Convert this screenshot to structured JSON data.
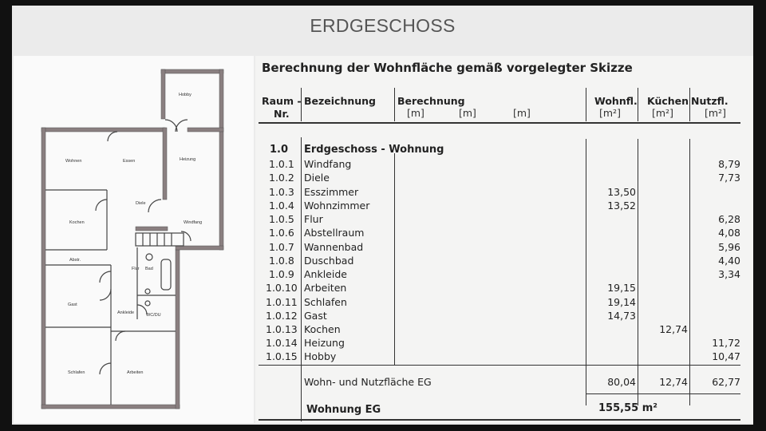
{
  "slide": {
    "title": "ERDGESCHOSS"
  },
  "floor_plan": {
    "rooms": [
      {
        "label": "Hobby"
      },
      {
        "label": "Wohnen"
      },
      {
        "label": "Essen"
      },
      {
        "label": "Heizung"
      },
      {
        "label": "Diele"
      },
      {
        "label": "Kochen"
      },
      {
        "label": "Windfang"
      },
      {
        "label": "Abstr."
      },
      {
        "label": "Flur"
      },
      {
        "label": "Bad"
      },
      {
        "label": "Gast"
      },
      {
        "label": "Ankleide"
      },
      {
        "label": "WC/DU"
      },
      {
        "label": "Schlafen"
      },
      {
        "label": "Arbeiten"
      }
    ]
  },
  "document": {
    "title": "Berechnung der Wohnfläche gemäß vorgelegter Skizze",
    "headers": {
      "raum_nr_1": "Raum -",
      "raum_nr_2": "Nr.",
      "bezeichnung": "Bezeichnung",
      "berechnung": "Berechnung",
      "unit_m_1": "[m]",
      "unit_m_2": "[m]",
      "unit_m_3": "[m]",
      "wohnfl": "Wohnfl.",
      "kuechen": "Küchen",
      "nutzfl": "Nutzfl.",
      "unit_m2_1": "[m²]",
      "unit_m2_2": "[m²]",
      "unit_m2_3": "[m²]"
    },
    "section": {
      "nr": "1.0",
      "label": "Erdgeschoss - Wohnung"
    },
    "rows": [
      {
        "nr": "1.0.1",
        "name": "Windfang",
        "wohnfl": "",
        "kuechen": "",
        "nutzfl": "8,79"
      },
      {
        "nr": "1.0.2",
        "name": "Diele",
        "wohnfl": "",
        "kuechen": "",
        "nutzfl": "7,73"
      },
      {
        "nr": "1.0.3",
        "name": "Esszimmer",
        "wohnfl": "13,50",
        "kuechen": "",
        "nutzfl": ""
      },
      {
        "nr": "1.0.4",
        "name": "Wohnzimmer",
        "wohnfl": "13,52",
        "kuechen": "",
        "nutzfl": ""
      },
      {
        "nr": "1.0.5",
        "name": "Flur",
        "wohnfl": "",
        "kuechen": "",
        "nutzfl": "6,28"
      },
      {
        "nr": "1.0.6",
        "name": "Abstellraum",
        "wohnfl": "",
        "kuechen": "",
        "nutzfl": "4,08"
      },
      {
        "nr": "1.0.7",
        "name": "Wannenbad",
        "wohnfl": "",
        "kuechen": "",
        "nutzfl": "5,96"
      },
      {
        "nr": "1.0.8",
        "name": "Duschbad",
        "wohnfl": "",
        "kuechen": "",
        "nutzfl": "4,40"
      },
      {
        "nr": "1.0.9",
        "name": "Ankleide",
        "wohnfl": "",
        "kuechen": "",
        "nutzfl": "3,34"
      },
      {
        "nr": "1.0.10",
        "name": "Arbeiten",
        "wohnfl": "19,15",
        "kuechen": "",
        "nutzfl": ""
      },
      {
        "nr": "1.0.11",
        "name": "Schlafen",
        "wohnfl": "19,14",
        "kuechen": "",
        "nutzfl": ""
      },
      {
        "nr": "1.0.12",
        "name": "Gast",
        "wohnfl": "14,73",
        "kuechen": "",
        "nutzfl": ""
      },
      {
        "nr": "1.0.13",
        "name": "Kochen",
        "wohnfl": "",
        "kuechen": "12,74",
        "nutzfl": ""
      },
      {
        "nr": "1.0.14",
        "name": "Heizung",
        "wohnfl": "",
        "kuechen": "",
        "nutzfl": "11,72"
      },
      {
        "nr": "1.0.15",
        "name": "Hobby",
        "wohnfl": "",
        "kuechen": "",
        "nutzfl": "10,47"
      }
    ],
    "subtotal": {
      "label": "Wohn- und Nutzfläche EG",
      "wohnfl": "80,04",
      "kuechen": "12,74",
      "nutzfl": "62,77"
    },
    "total": {
      "label": "Wohnung  EG",
      "value": "155,55 m²"
    }
  }
}
